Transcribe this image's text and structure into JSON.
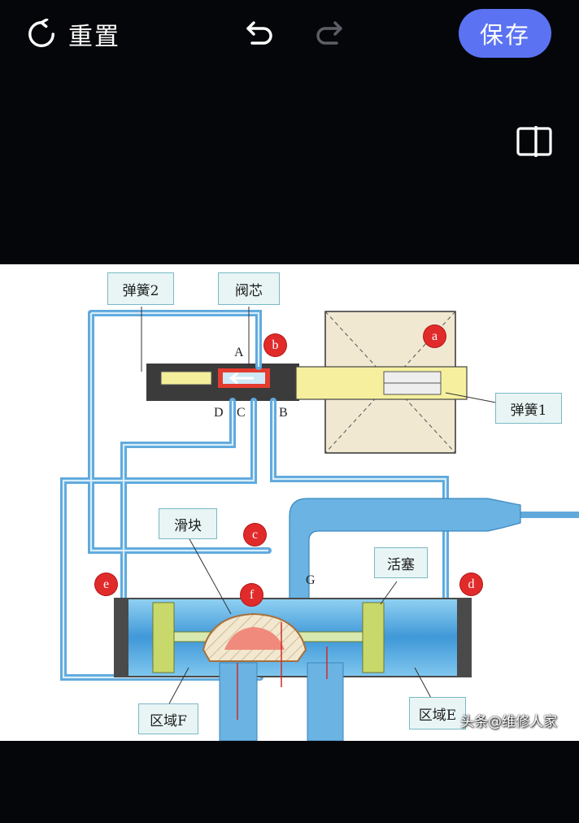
{
  "toolbar": {
    "reset_label": "重置",
    "save_label": "保存"
  },
  "icons": {
    "reset": "rotate-icon",
    "undo": "undo-icon",
    "redo": "redo-icon",
    "compare": "split-compare-icon"
  },
  "colors": {
    "background": "#05060a",
    "save_button": "#5b73f2",
    "pipe": "#5fa9dd",
    "badge": "#e12b2b",
    "valve_yellow": "#f4ef9a"
  },
  "diagram": {
    "labels": {
      "spring2": "弹簧2",
      "valve_core": "阀芯",
      "spring1": "弹簧1",
      "slider": "滑块",
      "piston": "活塞",
      "zone_f": "区域F",
      "zone_e": "区域E"
    },
    "port_letters": {
      "a_port": "A",
      "b_port": "B",
      "c_port": "C",
      "d_port": "D",
      "g_port": "G"
    },
    "markers": {
      "a": "a",
      "b": "b",
      "c": "c",
      "d": "d",
      "e": "e",
      "f": "f"
    },
    "watermark": "头条@维修人家"
  }
}
